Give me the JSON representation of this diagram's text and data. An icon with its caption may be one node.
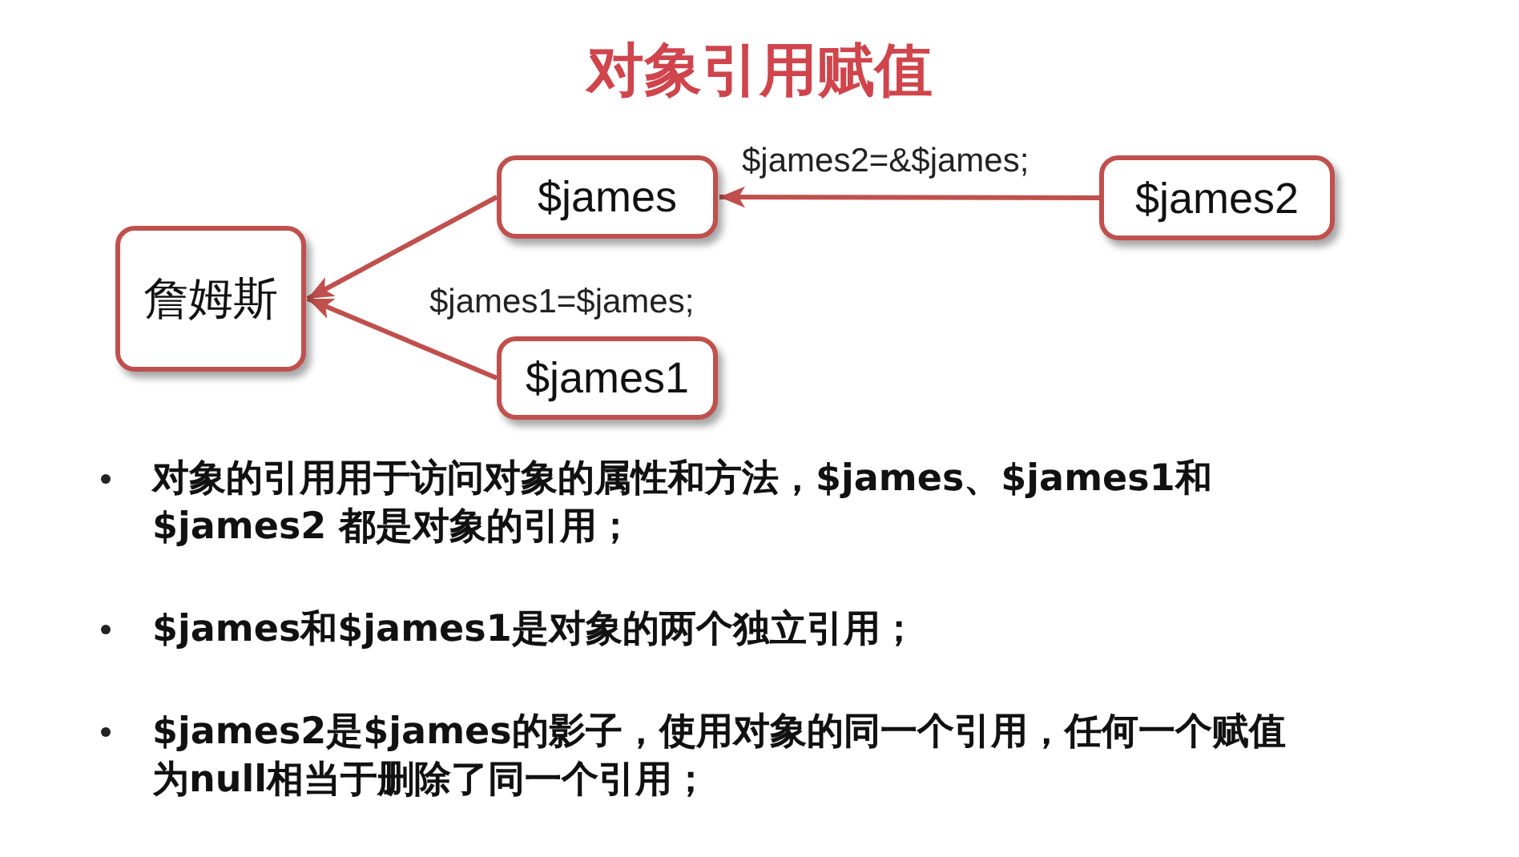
{
  "diagram": {
    "title": "对象引用赋值",
    "nodes": [
      {
        "text": [
          "詹姆斯"
        ]
      },
      {
        "text": [
          "$james"
        ]
      },
      {
        "text": [
          "$james2"
        ]
      },
      {
        "text": [
          "$james1"
        ]
      }
    ],
    "edges": [
      {
        "from": 1,
        "to": 0,
        "arrow": "to"
      },
      {
        "from": 3,
        "to": 0,
        "arrow": "to",
        "label": "$james1=$james;"
      },
      {
        "from": 2,
        "to": 1,
        "arrow": "to",
        "label": "$james2=&$james;"
      }
    ],
    "labels": [
      "对象的引用用于访问对象的属性和方法，$james、$james1和$james2 都是对象的引用；",
      "$james和$james1是对象的两个独立引用；",
      "$james2是$james的影子，使用对象的同一个引用，任何一个赋值为null相当于删除了同一个引用；"
    ]
  }
}
